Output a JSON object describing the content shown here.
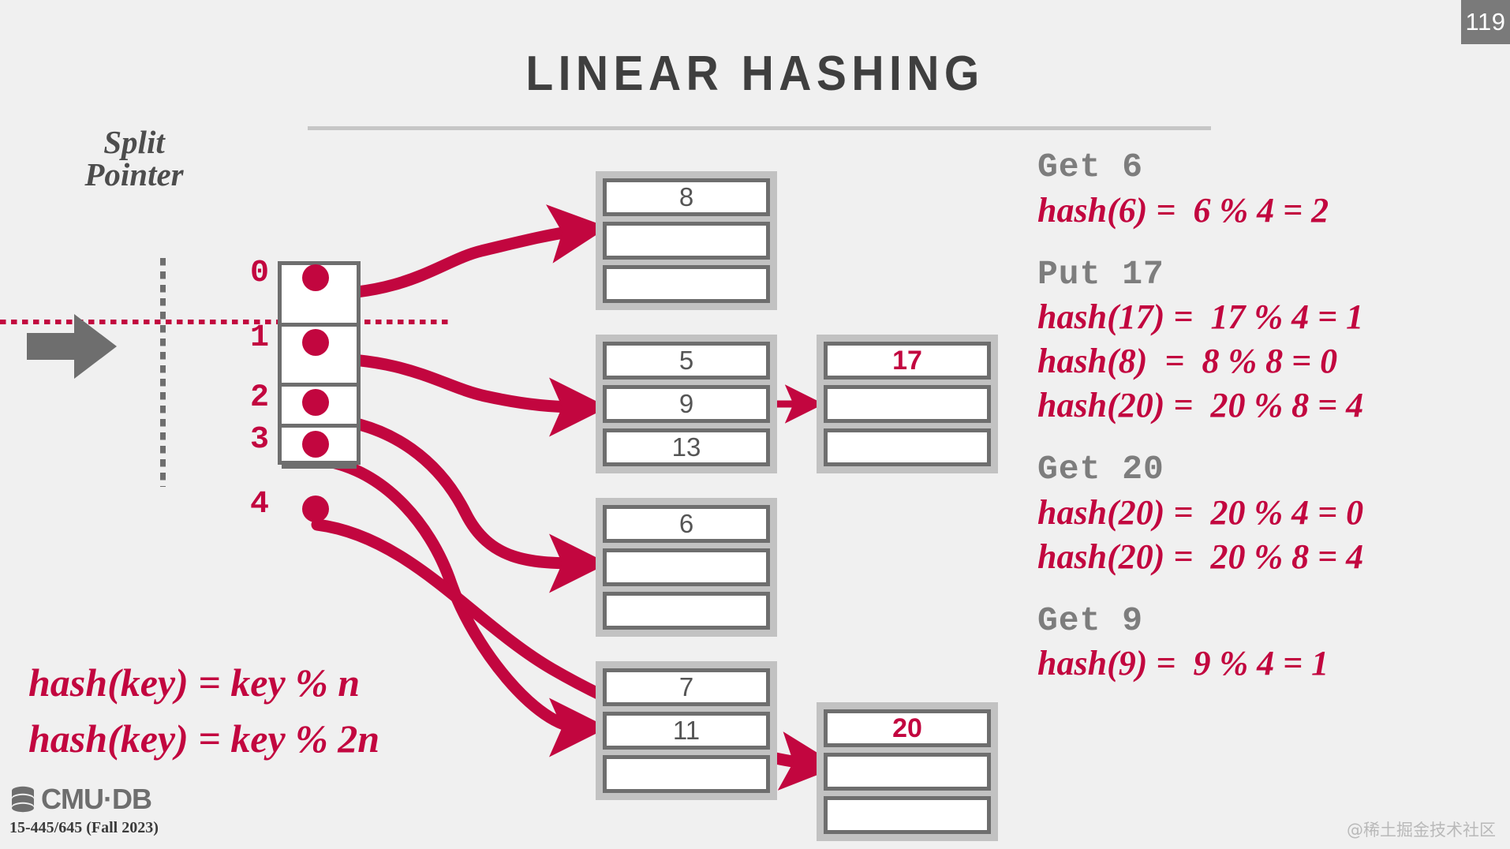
{
  "page": {
    "number": "119",
    "background": "#f0f0f0",
    "accent": "#c2063f",
    "gray": "#7d7d7d"
  },
  "title": "LINEAR HASHING",
  "split_pointer": {
    "line1": "Split",
    "line2": "Pointer"
  },
  "directory": {
    "indices": [
      "0",
      "1",
      "2",
      "3",
      "4"
    ]
  },
  "buckets": [
    {
      "name": "bucket-0",
      "slots": [
        {
          "value": "8",
          "highlight": false
        },
        {
          "value": "",
          "highlight": false
        },
        {
          "value": "",
          "highlight": false
        }
      ]
    },
    {
      "name": "bucket-1",
      "slots": [
        {
          "value": "5",
          "highlight": false
        },
        {
          "value": "9",
          "highlight": false
        },
        {
          "value": "13",
          "highlight": false
        }
      ]
    },
    {
      "name": "bucket-2",
      "slots": [
        {
          "value": "6",
          "highlight": false
        },
        {
          "value": "",
          "highlight": false
        },
        {
          "value": "",
          "highlight": false
        }
      ]
    },
    {
      "name": "bucket-3",
      "slots": [
        {
          "value": "7",
          "highlight": false
        },
        {
          "value": "11",
          "highlight": false
        },
        {
          "value": "",
          "highlight": false
        }
      ]
    }
  ],
  "overflow_buckets": [
    {
      "name": "overflow-bucket-17",
      "slots": [
        {
          "value": "17",
          "highlight": true
        },
        {
          "value": "",
          "highlight": false
        },
        {
          "value": "",
          "highlight": false
        }
      ]
    },
    {
      "name": "overflow-bucket-20",
      "slots": [
        {
          "value": "20",
          "highlight": true
        },
        {
          "value": "",
          "highlight": false
        },
        {
          "value": "",
          "highlight": false
        }
      ]
    }
  ],
  "operations": [
    {
      "title": "Get 6",
      "lines": [
        "hash(6) =  6 % 4 = 2"
      ]
    },
    {
      "title": "Put 17",
      "lines": [
        "hash(17) =  17 % 4 = 1",
        "hash(8)  =  8 % 8 = 0",
        "hash(20) =  20 % 8 = 4"
      ]
    },
    {
      "title": "Get 20",
      "lines": [
        "hash(20) =  20 % 4 = 0",
        "hash(20) =  20 % 8 = 4"
      ]
    },
    {
      "title": "Get 9",
      "lines": [
        "hash(9) =  9 % 4 = 1"
      ]
    }
  ],
  "formulas": [
    "hash(key) = key % n",
    "hash(key) = key % 2n"
  ],
  "footer": {
    "logo": "CMU·DB",
    "course": "15-445/645 (Fall 2023)"
  },
  "watermark": "@稀土掘金技术社区"
}
